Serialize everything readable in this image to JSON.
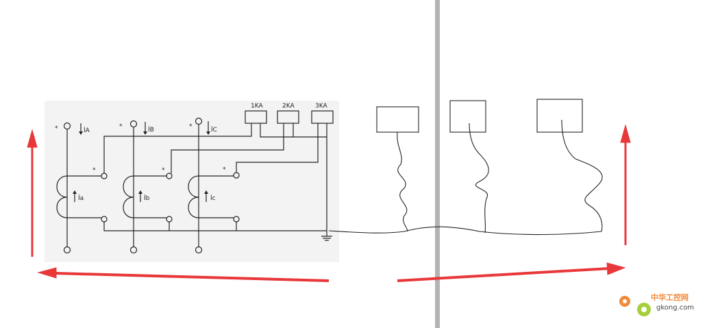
{
  "diagram": {
    "relays": [
      "1KA",
      "2KA",
      "3KA"
    ],
    "primary_currents": [
      "İA",
      "İB",
      "İC"
    ],
    "secondary_currents": [
      "İa",
      "İb",
      "İc"
    ],
    "polarity_mark": "*"
  },
  "watermark": {
    "cn": "中华工控网",
    "site": "gkong.com"
  },
  "colors": {
    "arrow": "#e8383a",
    "divider": "#b4b4b4",
    "panel": "#f3f3f3"
  }
}
